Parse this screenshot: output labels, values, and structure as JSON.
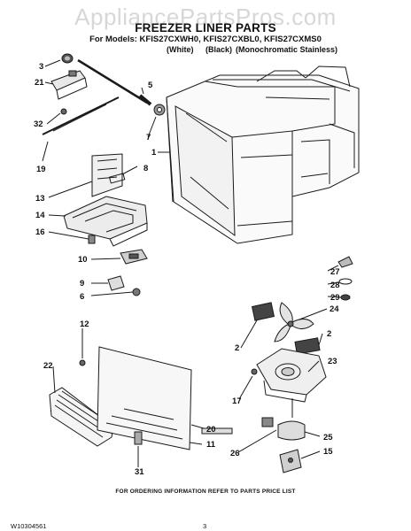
{
  "watermark": "AppliancePartsPros.com",
  "title": "FREEZER LINER PARTS",
  "models_line": "For Models: KFIS27CXWH0, KFIS27CXBL0, KFIS27CXMS0",
  "finishes": [
    "(White)",
    "(Black)",
    "(Monochromatic Stainless)"
  ],
  "callouts": [
    "3",
    "21",
    "5",
    "32",
    "7",
    "19",
    "1",
    "8",
    "13",
    "14",
    "16",
    "10",
    "9",
    "6",
    "27",
    "28",
    "29",
    "24",
    "2",
    "2",
    "23",
    "12",
    "17",
    "22",
    "20",
    "11",
    "25",
    "26",
    "15",
    "31"
  ],
  "footer_note": "FOR ORDERING INFORMATION REFER TO PARTS PRICE LIST",
  "doc_number": "W10304561",
  "page_number": "3"
}
